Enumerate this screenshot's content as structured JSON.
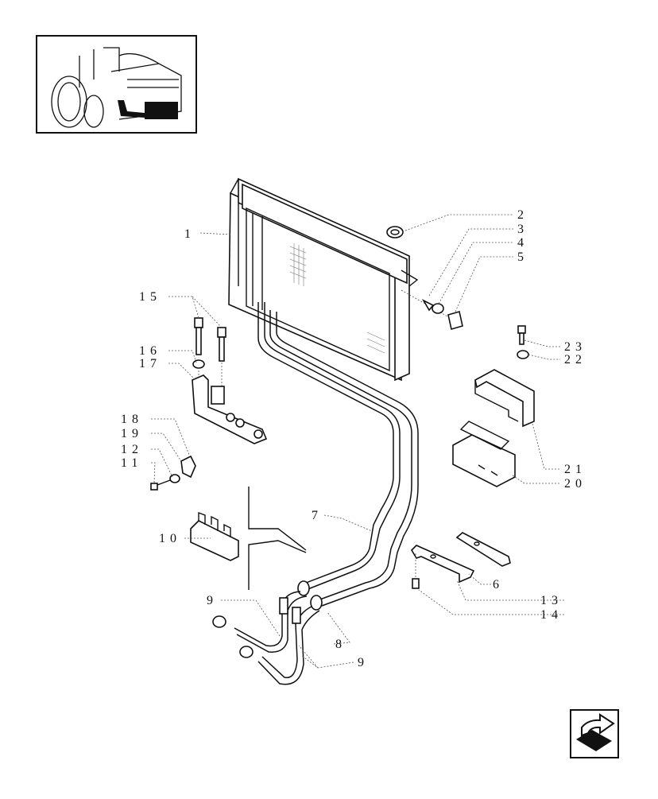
{
  "thumbnail": {
    "icon": "tractor-location-thumbnail-icon"
  },
  "nav": {
    "icon": "next-page-arrow-icon"
  },
  "callouts": {
    "c1": "1",
    "c2": "2",
    "c3": "3",
    "c4": "4",
    "c5": "5",
    "c6": "6",
    "c7": "7",
    "c8": "8",
    "c9a": "9",
    "c9b": "9",
    "c10": "10",
    "c11": "11",
    "c12": "12",
    "c13": "13",
    "c14": "14",
    "c15": "15",
    "c16": "16",
    "c17": "17",
    "c18": "18",
    "c19": "19",
    "c20": "20",
    "c21": "21",
    "c22": "22",
    "c23": "23"
  }
}
